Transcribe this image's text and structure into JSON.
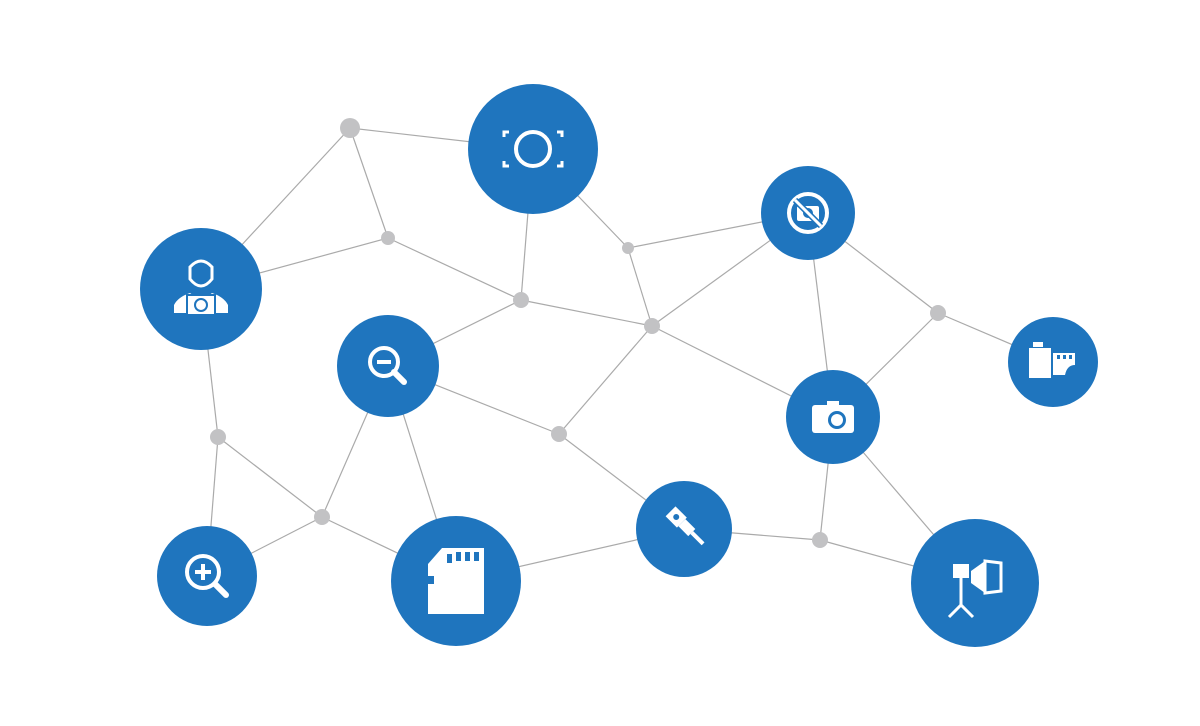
{
  "colors": {
    "node": "#1f75be",
    "dot": "#c2c2c4",
    "edge": "#aaaaaa",
    "icon": "#ffffff"
  },
  "icon_nodes": [
    {
      "id": "focus",
      "icon": "focus-frame-icon"
    },
    {
      "id": "nocam",
      "icon": "no-camera-icon"
    },
    {
      "id": "photographer",
      "icon": "photographer-icon"
    },
    {
      "id": "zoomout",
      "icon": "zoom-out-icon"
    },
    {
      "id": "film",
      "icon": "film-roll-icon"
    },
    {
      "id": "camera",
      "icon": "camera-icon"
    },
    {
      "id": "zoomin",
      "icon": "zoom-in-icon"
    },
    {
      "id": "sdcard",
      "icon": "sd-card-icon"
    },
    {
      "id": "usb",
      "icon": "usb-drive-icon"
    },
    {
      "id": "light",
      "icon": "studio-light-icon"
    }
  ]
}
